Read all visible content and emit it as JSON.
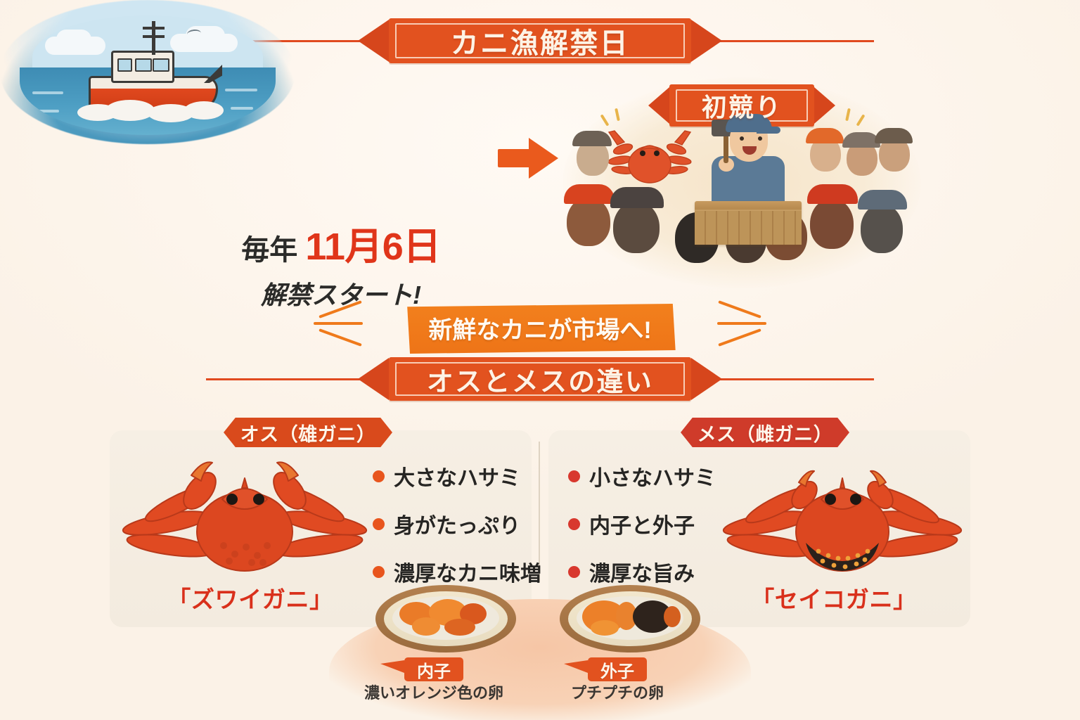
{
  "title": {
    "text": "カニ漁解禁日"
  },
  "fishing": {
    "scene_name": "fishing-boat-illustration",
    "date_prefix": "毎年",
    "date_main": "11月6日",
    "date_sub": "解禁スタート!"
  },
  "auction": {
    "ribbon": "初競り",
    "scene_name": "crab-auction-illustration"
  },
  "highlight": {
    "text": "新鮮なカニが市場へ!"
  },
  "section2": {
    "title": "オスとメスの違い"
  },
  "male": {
    "tag": "オス（雄ガニ）",
    "bullets": [
      "大さなハサミ",
      "身がたっぷり",
      "濃厚なカニ味増"
    ],
    "name": "「ズワイガニ」"
  },
  "female": {
    "tag": "メス（雌ガニ）",
    "bullets": [
      "小さなハサミ",
      "内子と外子",
      "濃厚な旨み"
    ],
    "name": "「セイコガニ」"
  },
  "eggs": {
    "uchiko": {
      "label": "内子",
      "caption": "濃いオレンジ色の卵"
    },
    "sotoko": {
      "label": "外子",
      "caption": "プチプチの卵"
    }
  },
  "colors": {
    "banner_red": "#e2521f",
    "banner_orange": "#ee7417",
    "date_red": "#e0351a",
    "crab_red": "#d9301b",
    "tag_male": "#d94a1c",
    "tag_female": "#cf3b2a",
    "background": "#fdf6ee"
  }
}
